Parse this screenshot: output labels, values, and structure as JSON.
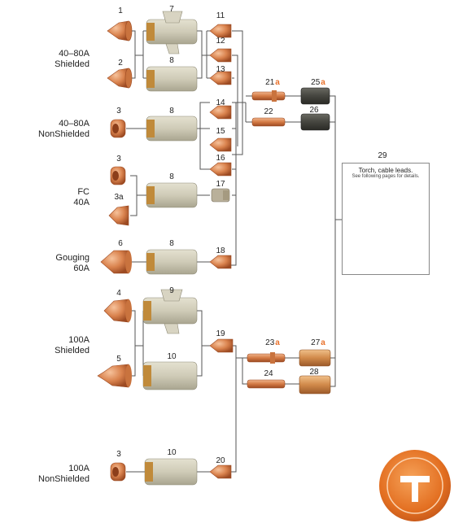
{
  "groups": [
    {
      "line1": "40–80A",
      "line2": "Shielded"
    },
    {
      "line1": "40–80A",
      "line2": "NonShielded"
    },
    {
      "line1": "FC",
      "line2": "40A"
    },
    {
      "line1": "Gouging",
      "line2": "60A"
    },
    {
      "line1": "100A",
      "line2": "Shielded"
    },
    {
      "line1": "100A",
      "line2": "NonShielded"
    }
  ],
  "part_numbers": {
    "p1": "1",
    "p2": "2",
    "p3a": "3",
    "p3b": "3",
    "p3c": "3",
    "p3d": "3a",
    "p4": "4",
    "p5": "5",
    "p6": "6",
    "p7": "7",
    "p8a": "8",
    "p8b": "8",
    "p8c": "8",
    "p8d": "8",
    "p9": "9",
    "p10a": "10",
    "p10b": "10",
    "p11": "11",
    "p12": "12",
    "p13": "13",
    "p14": "14",
    "p15": "15",
    "p16": "16",
    "p17": "17",
    "p18": "18",
    "p19": "19",
    "p20": "20",
    "p21": "21",
    "p22": "22",
    "p23": "23",
    "p24": "24",
    "p25": "25",
    "p26": "26",
    "p27": "27",
    "p28": "28",
    "p29": "29"
  },
  "superscript": "a",
  "legend": {
    "title": "Torch, cable leads.",
    "subtitle": "See following pages for details."
  },
  "colors": {
    "copper": "#d9824d",
    "copper_dark": "#b8582a",
    "ceramic": "#cfcbb7",
    "gray_part": "#4a4a45",
    "line": "#555555",
    "accent": "#e8702a"
  }
}
